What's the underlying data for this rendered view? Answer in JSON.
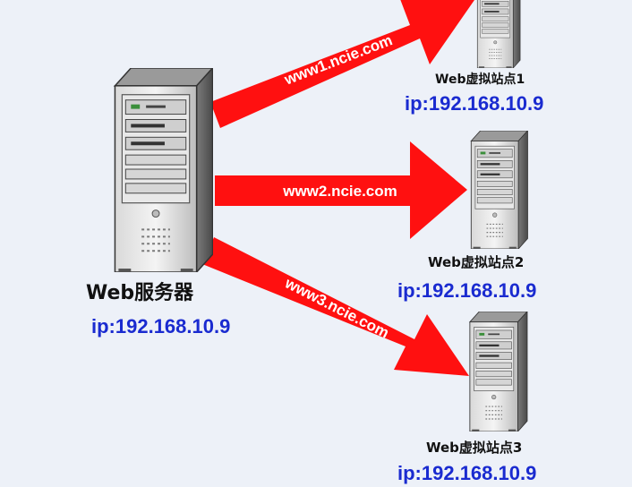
{
  "colors": {
    "arrow": "#ff1010",
    "ip_text": "#1a2bd0",
    "background": "#edf1f8"
  },
  "main_server": {
    "name": "Web服务器",
    "ip": "ip:192.168.10.9",
    "icon": "tower-server-icon"
  },
  "arrows": [
    {
      "label": "www1.ncie.com"
    },
    {
      "label": "www2.ncie.com"
    },
    {
      "label": "www3.ncie.com"
    }
  ],
  "sites": [
    {
      "name": "Web虚拟站点1",
      "ip": "ip:192.168.10.9",
      "icon": "tower-server-icon"
    },
    {
      "name": "Web虚拟站点2",
      "ip": "ip:192.168.10.9",
      "icon": "tower-server-icon"
    },
    {
      "name": "Web虚拟站点3",
      "ip": "ip:192.168.10.9",
      "icon": "tower-server-icon"
    }
  ]
}
